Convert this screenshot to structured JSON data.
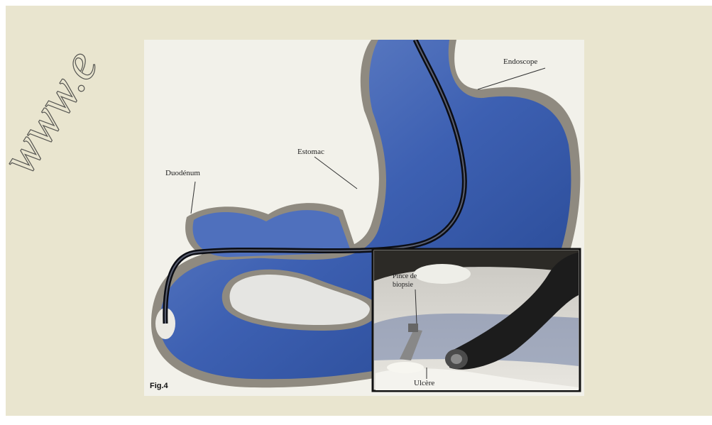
{
  "watermark": {
    "text": "www.e"
  },
  "figure": {
    "fig_label": "Fig.4",
    "labels": {
      "endoscope": "Endoscope",
      "stomach": "Estomac",
      "duodenum": "Duodénum",
      "clip_tool": "Pince de biopsie",
      "ulcer": "Ulcère"
    }
  }
}
